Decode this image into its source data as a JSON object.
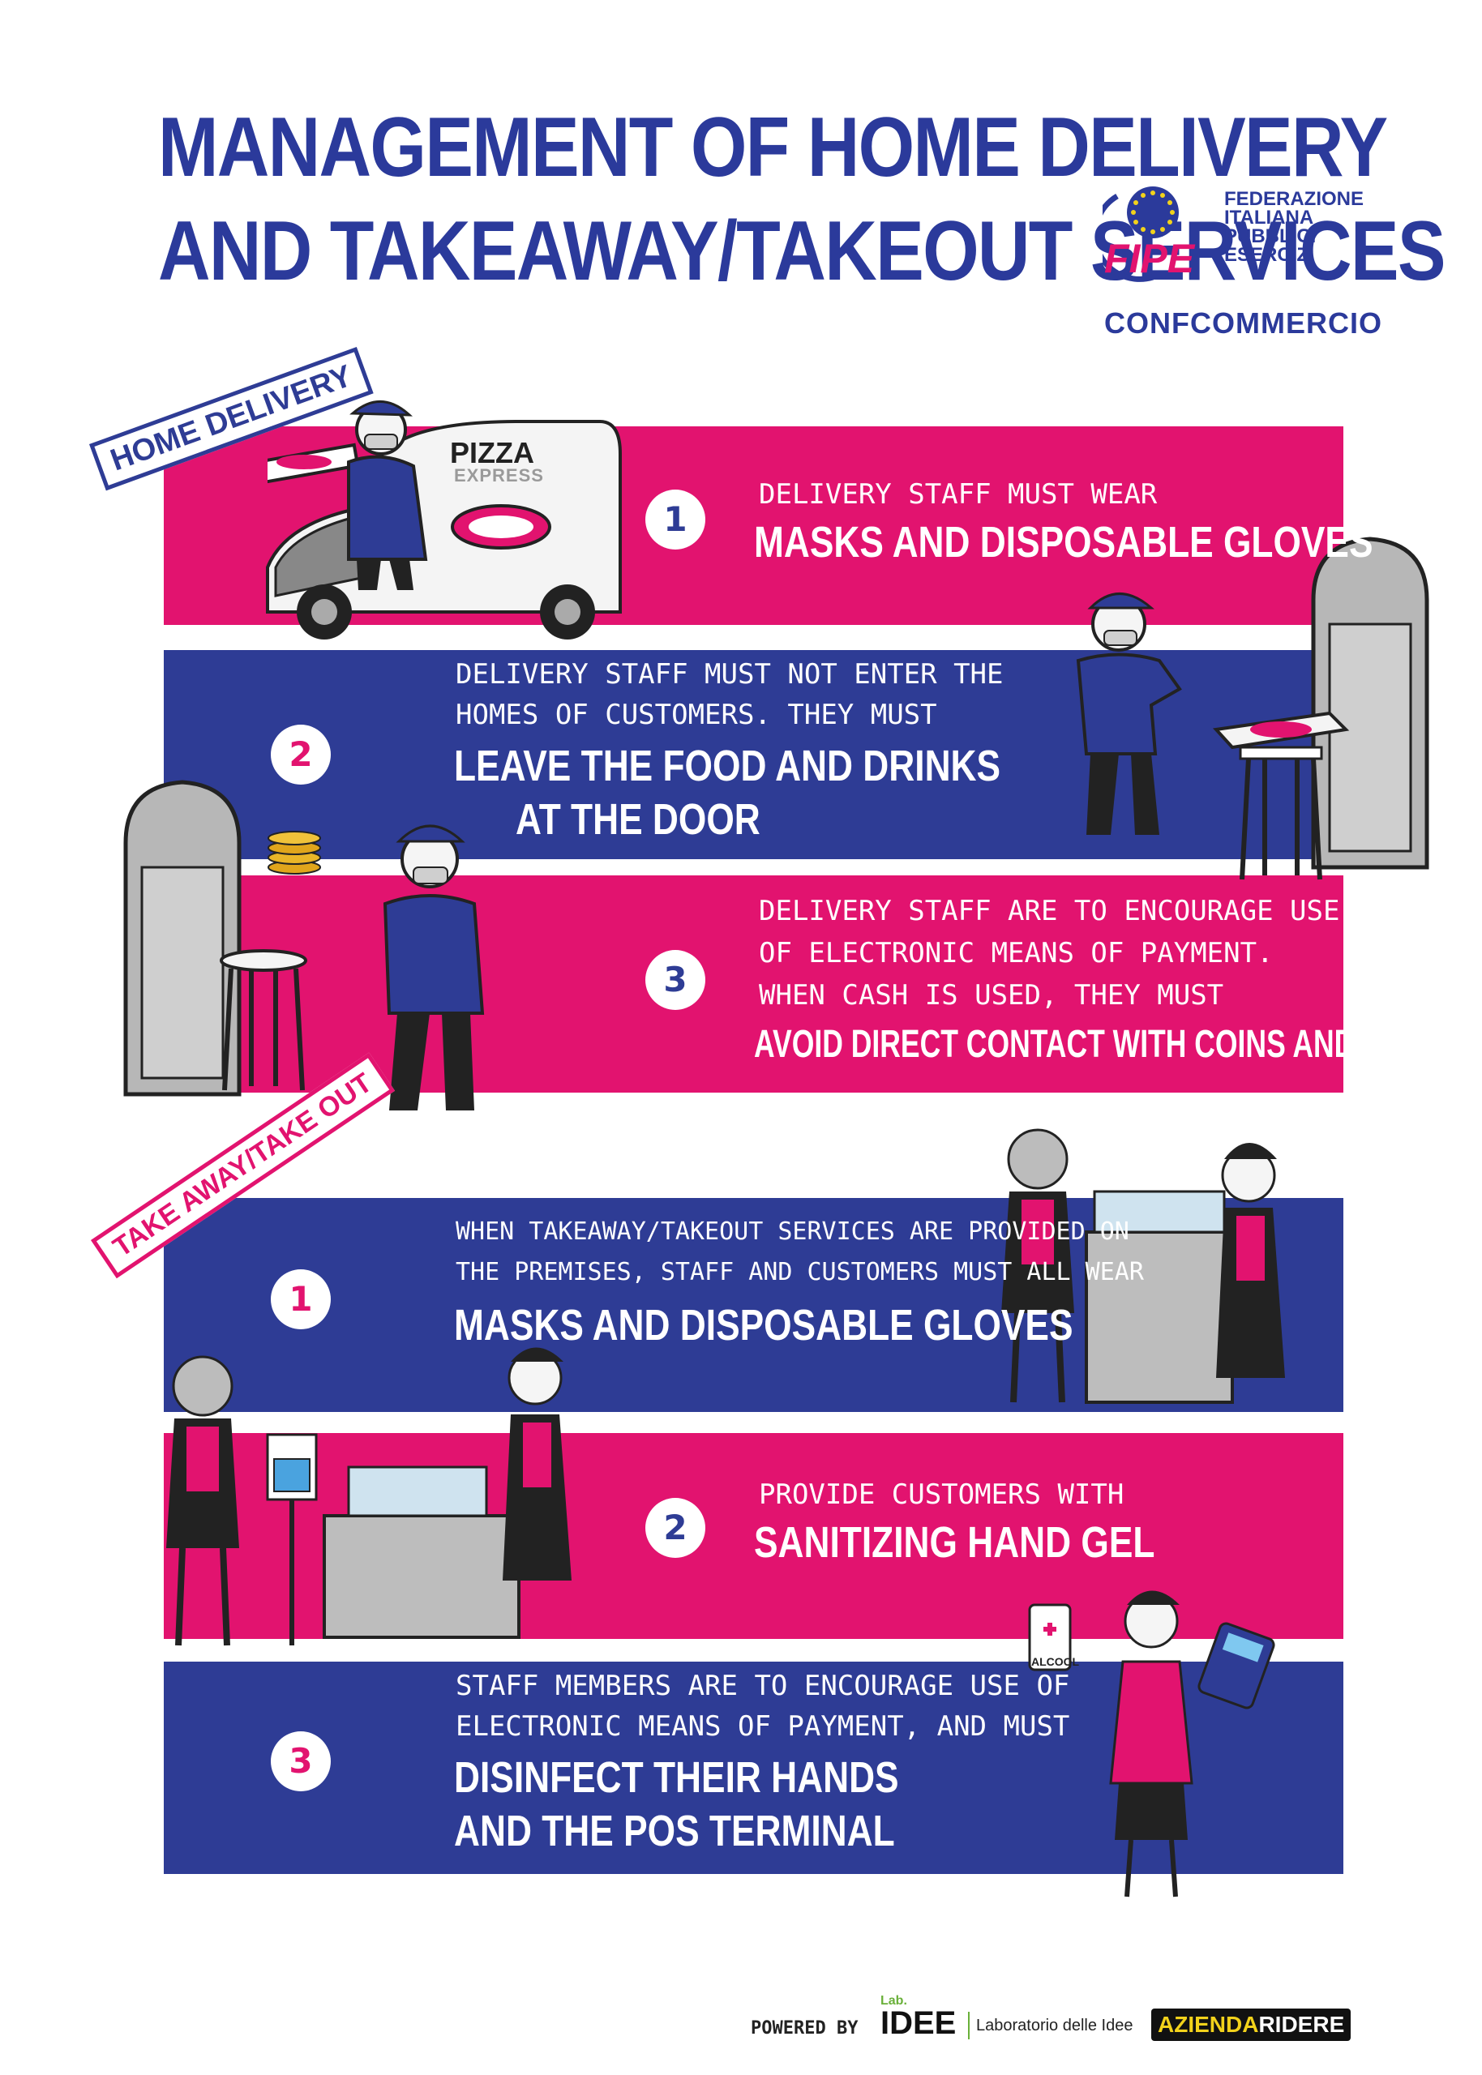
{
  "title": {
    "line1": "MANAGEMENT OF HOME DELIVERY",
    "line2": "AND TAKEAWAY/TAKEOUT SERVICES"
  },
  "logo": {
    "mark": "FIPE",
    "org_lines": [
      "FEDERAZIONE",
      "ITALIANA",
      "PUBBLICI",
      "ESERCIZI"
    ],
    "parent": "CONFCOMMERCIO"
  },
  "sections": {
    "home_delivery": {
      "stamp": "HOME DELIVERY",
      "van_brand": "PIZZA",
      "van_sub": "EXPRESS",
      "items": [
        {
          "num": "1",
          "small": [
            "DELIVERY STAFF MUST WEAR"
          ],
          "big": [
            "MASKS AND DISPOSABLE GLOVES"
          ]
        },
        {
          "num": "2",
          "small": [
            "DELIVERY STAFF MUST NOT ENTER THE",
            "HOMES OF CUSTOMERS. THEY MUST"
          ],
          "big": [
            "LEAVE THE FOOD AND DRINKS",
            "AT THE DOOR"
          ]
        },
        {
          "num": "3",
          "small": [
            "DELIVERY STAFF ARE TO ENCOURAGE USE",
            "OF ELECTRONIC MEANS OF PAYMENT.",
            "WHEN CASH IS USED, THEY MUST"
          ],
          "big": [
            "AVOID DIRECT CONTACT WITH COINS AND BANKNOTES"
          ]
        }
      ]
    },
    "takeaway": {
      "stamp": "TAKE AWAY/TAKE OUT",
      "bottle_label": "ALCOOL",
      "items": [
        {
          "num": "1",
          "small": [
            "WHEN TAKEAWAY/TAKEOUT SERVICES ARE PROVIDED ON",
            "THE PREMISES, STAFF AND CUSTOMERS MUST ALL WEAR"
          ],
          "big": [
            "MASKS AND DISPOSABLE GLOVES"
          ]
        },
        {
          "num": "2",
          "small": [
            "PROVIDE CUSTOMERS WITH"
          ],
          "big": [
            "SANITIZING HAND GEL"
          ]
        },
        {
          "num": "3",
          "small": [
            "STAFF MEMBERS ARE TO ENCOURAGE USE OF",
            "ELECTRONIC MEANS OF PAYMENT, AND MUST"
          ],
          "big": [
            "DISINFECT THEIR HANDS",
            "AND THE POS TERMINAL"
          ]
        }
      ]
    }
  },
  "footer": {
    "powered_by": "POWERED BY",
    "lab_small": "Lab.",
    "lab_big": "IDEE",
    "lab_name": "Laboratorio delle Idee",
    "azienda": "AZIENDA",
    "ridere": "RIDERE"
  },
  "colors": {
    "pink": "#e2136f",
    "blue": "#2e3c95",
    "white": "#ffffff"
  }
}
